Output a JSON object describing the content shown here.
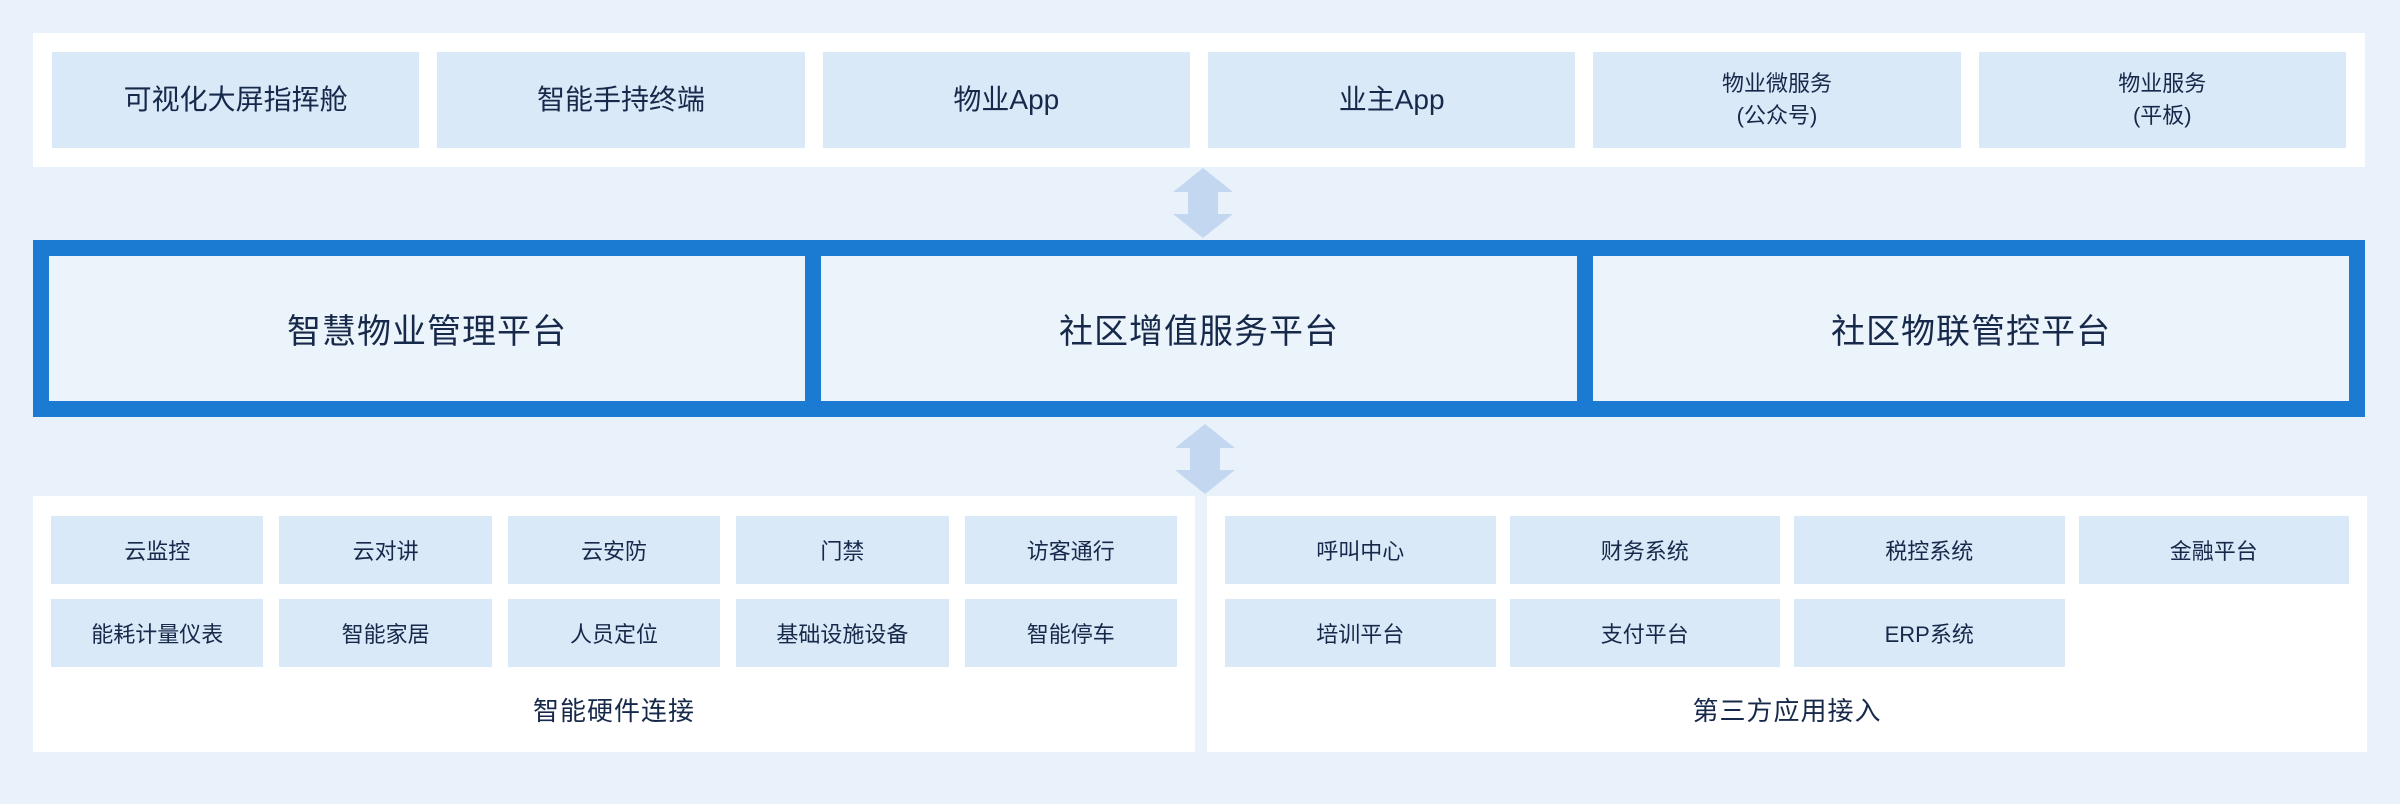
{
  "colors": {
    "page_bg": "#e9f2fb",
    "panel_bg": "#ffffff",
    "box_bg": "#d9e9f8",
    "band_blue": "#1b7bd3",
    "platform_bg": "#ecf4fb",
    "arrow_fill": "#c3d8f0",
    "text": "#17294a"
  },
  "top_row": {
    "items": [
      {
        "label": "可视化大屏指挥舱",
        "sublabel": ""
      },
      {
        "label": "智能手持终端",
        "sublabel": ""
      },
      {
        "label": "物业App",
        "sublabel": ""
      },
      {
        "label": "业主App",
        "sublabel": ""
      },
      {
        "label": "物业微服务",
        "sublabel": "(公众号)"
      },
      {
        "label": "物业服务",
        "sublabel": "(平板)"
      }
    ]
  },
  "platforms": {
    "items": [
      {
        "label": "智慧物业管理平台"
      },
      {
        "label": "社区增值服务平台"
      },
      {
        "label": "社区物联管控平台"
      }
    ]
  },
  "arrows": {
    "between_terminals_and_platforms": "bidirectional-vertical-arrow",
    "between_platforms_and_connections": "bidirectional-vertical-arrow"
  },
  "hardware": {
    "label": "智能硬件连接",
    "row1": [
      "云监控",
      "云对讲",
      "云安防",
      "门禁",
      "访客通行"
    ],
    "row2": [
      "能耗计量仪表",
      "智能家居",
      "人员定位",
      "基础设施设备",
      "智能停车"
    ]
  },
  "thirdparty": {
    "label": "第三方应用接入",
    "row1": [
      "呼叫中心",
      "财务系统",
      "税控系统",
      "金融平台"
    ],
    "row2": [
      "培训平台",
      "支付平台",
      "ERP系统"
    ]
  }
}
